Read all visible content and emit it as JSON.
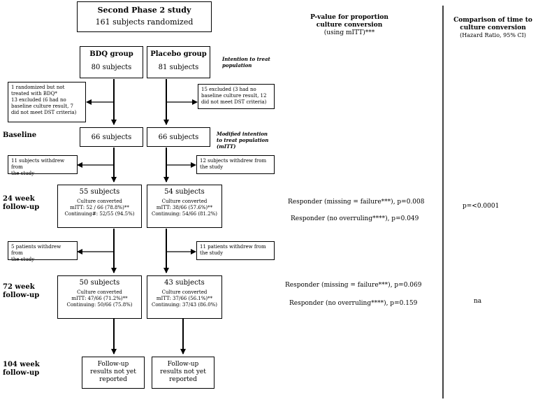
{
  "study": {
    "title": "Second Phase 2 study",
    "randomized": "161 subjects randomized"
  },
  "groups": {
    "bdq": {
      "name": "BDQ group",
      "count": "80 subjects"
    },
    "placebo": {
      "name": "Placebo group",
      "count": "81 subjects"
    },
    "itt_label": "Intention to treat population"
  },
  "excluded": {
    "bdq": [
      "1 randomized but not",
      "treated with BDQ*",
      "13 excluded (6 had no",
      "baseline culture result, 7",
      "did not meet DST criteria)"
    ],
    "placebo": [
      "15 excluded (3 had no",
      "baseline culture result, 12",
      "did not meet DST criteria)"
    ]
  },
  "baseline": {
    "label": "Baseline",
    "bdq": "66 subjects",
    "placebo": "66 subjects",
    "mitt_label": "Modified intention to treat population (mITT)"
  },
  "withdraw1": {
    "bdq": [
      "11 subjects withdrew from",
      "the study"
    ],
    "placebo": [
      "12 subjects withdrew from",
      "the study"
    ]
  },
  "week24": {
    "label": [
      "24 week",
      "follow-up"
    ],
    "bdq": {
      "count": "55 subjects",
      "cc": "Culture converted",
      "mitt": "mITT: 52 / 66 (78.8%)**",
      "cont": "Continuing#: 52/55 (94.5%)"
    },
    "placebo": {
      "count": "54 subjects",
      "cc": "Culture converted",
      "mitt": "mITT: 38/66 (57.6%)**",
      "cont": "Continuing: 54/66 (81.2%)"
    },
    "resp1": "Responder (missing = failure***), p=0.008",
    "resp2": "Responder (no overruling****), p=0.049",
    "hr": "p=<0.0001"
  },
  "withdraw2": {
    "bdq": [
      "5 patients withdrew from",
      "the study"
    ],
    "placebo": [
      "11 patients withdrew from",
      "the study"
    ]
  },
  "week72": {
    "label": [
      "72 week",
      "follow-up"
    ],
    "bdq": {
      "count": "50 subjects",
      "cc": "Culture converted",
      "mitt": "mITT: 47/66 (71.2%)**",
      "cont": "Continuing: 50/66 (75.8%)"
    },
    "placebo": {
      "count": "43 subjects",
      "cc": "Culture converted",
      "mitt": "mITT: 37/66 (56.1%)**",
      "cont": "Continuing: 37/43 (86.0%)"
    },
    "resp1": "Responder (missing = failure***), p=0.069",
    "resp2": "Responder (no overruling****), p=0.159",
    "hr": "na"
  },
  "week104": {
    "label": [
      "104 week",
      "follow-up"
    ],
    "bdq": [
      "Follow-up",
      "results not yet",
      "reported"
    ],
    "placebo": [
      "Follow-up",
      "results not yet",
      "reported"
    ]
  },
  "headers": {
    "pvalue": [
      "P-value for proportion",
      "culture conversion"
    ],
    "pvalue_sub": "(using mITT)***",
    "hr": [
      "Comparison of time to",
      "culture conversion"
    ],
    "hr_sub": "(Hazard Ratio, 95% CI)"
  }
}
